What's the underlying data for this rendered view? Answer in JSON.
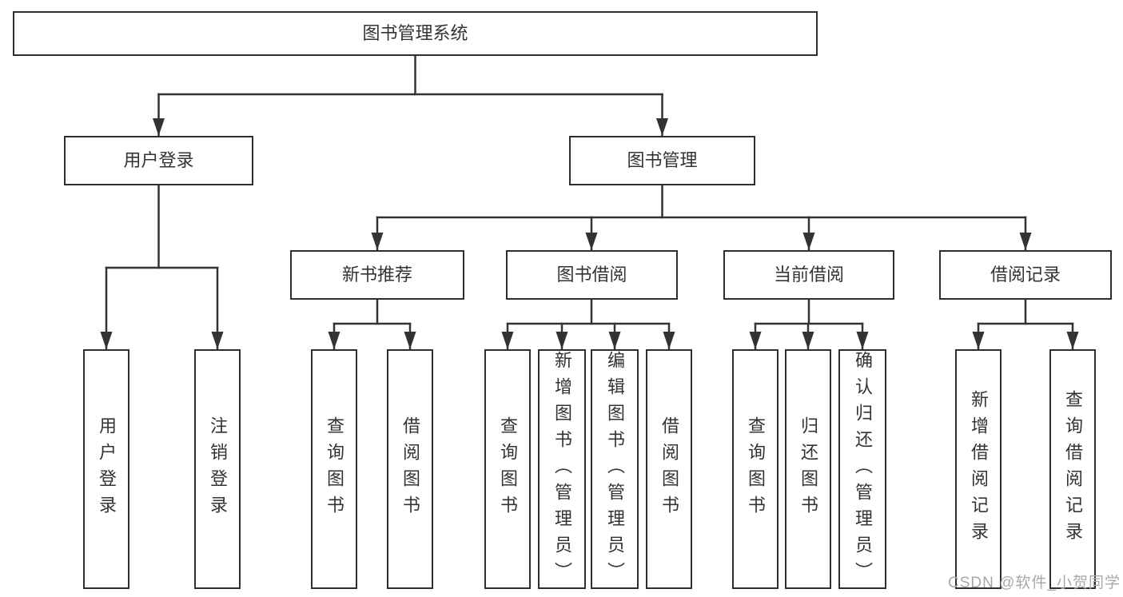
{
  "diagram": {
    "title": "图书管理系统",
    "tree": {
      "label": "图书管理系统",
      "children": [
        {
          "label": "用户登录",
          "children": [
            {
              "label": "用户登录"
            },
            {
              "label": "注销登录"
            }
          ]
        },
        {
          "label": "图书管理",
          "children": [
            {
              "label": "新书推荐",
              "children": [
                {
                  "label": "查询图书"
                },
                {
                  "label": "借阅图书"
                }
              ]
            },
            {
              "label": "图书借阅",
              "children": [
                {
                  "label": "查询图书"
                },
                {
                  "label": "新增图书（管理员）"
                },
                {
                  "label": "编辑图书（管理员）"
                },
                {
                  "label": "借阅图书"
                }
              ]
            },
            {
              "label": "当前借阅",
              "children": [
                {
                  "label": "查询图书"
                },
                {
                  "label": "归还图书"
                },
                {
                  "label": "确认归还（管理员）"
                }
              ]
            },
            {
              "label": "借阅记录",
              "children": [
                {
                  "label": "新增借阅记录"
                },
                {
                  "label": "查询借阅记录"
                }
              ]
            }
          ]
        }
      ]
    }
  },
  "watermark": {
    "text": "CSDN @软件_小贺同学",
    "color": "#a8a8a8"
  },
  "colors": {
    "line": "#333333",
    "box_border": "#2e2e2e",
    "text": "#333333",
    "background": "#ffffff",
    "watermark": "#a8a8a8"
  }
}
